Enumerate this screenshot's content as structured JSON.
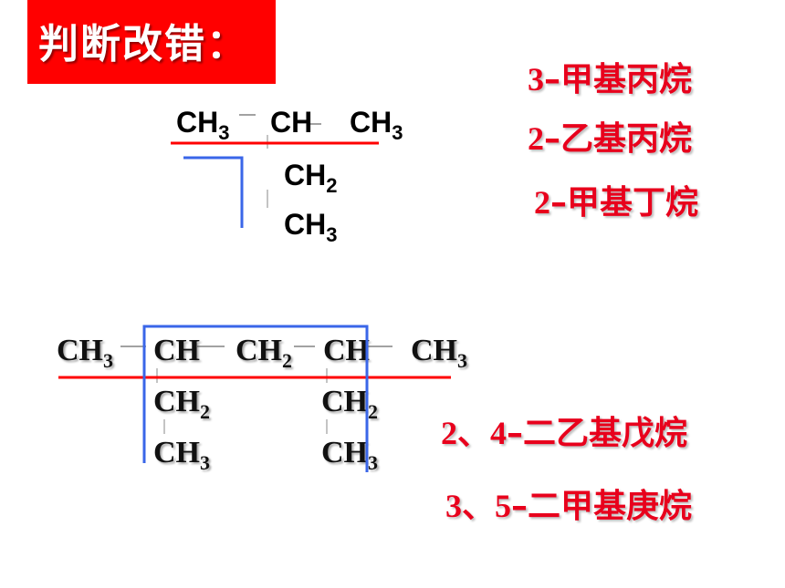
{
  "title": "判断改错：",
  "molecule1": {
    "main_chain": [
      "CH",
      "CH",
      "CH"
    ],
    "main_chain_subscripts": [
      "3",
      "",
      "3"
    ],
    "branch": [
      "CH",
      "CH"
    ],
    "branch_subscripts": [
      "2",
      "3"
    ]
  },
  "answers1": [
    {
      "num": "3",
      "name": "–甲基丙烷"
    },
    {
      "num": "2",
      "name": "–乙基丙烷"
    },
    {
      "num": "2",
      "name": "–甲基丁烷"
    }
  ],
  "molecule2": {
    "main_chain": [
      "CH",
      "CH",
      "CH",
      "CH",
      "CH"
    ],
    "main_chain_subscripts": [
      "3",
      "",
      "2",
      "",
      "3"
    ],
    "branch_left": [
      "CH",
      "CH"
    ],
    "branch_left_subscripts": [
      "2",
      "3"
    ],
    "branch_right": [
      "CH",
      "CH"
    ],
    "branch_right_subscripts": [
      "2",
      "3"
    ]
  },
  "answers2": [
    {
      "num": "2、4",
      "name": "–二乙基戊烷"
    },
    {
      "num": "3、5",
      "name": "–二甲基庚烷"
    }
  ],
  "colors": {
    "title_bg": "#ff0000",
    "answer_text": "#e8001c",
    "red_line": "#ff0000",
    "blue_line": "#3a66e8"
  }
}
